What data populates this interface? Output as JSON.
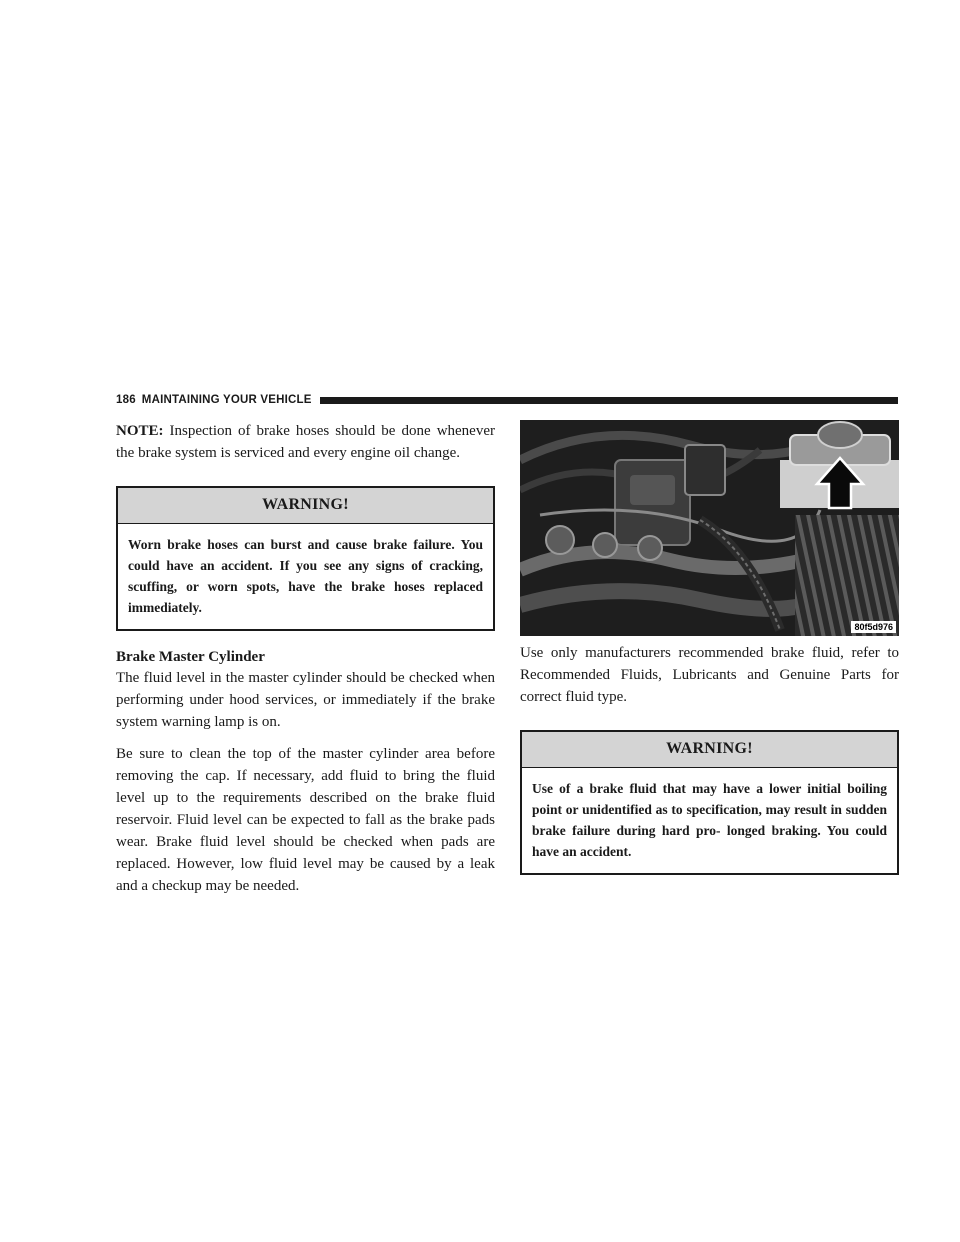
{
  "header": {
    "page_number": "186",
    "section": "MAINTAINING YOUR VEHICLE"
  },
  "left": {
    "note_label": "NOTE:",
    "note_text": "Inspection of brake hoses should be done whenever the brake system is serviced and every engine oil change.",
    "warning1": {
      "title": "WARNING!",
      "body": "Worn brake hoses can burst and cause brake failure. You could have an accident. If you see any signs of cracking, scuffing, or worn spots, have the brake hoses replaced immediately."
    },
    "heading": "Brake Master Cylinder",
    "para1": "The fluid level in the master cylinder should be checked when performing under hood services, or immediately if the brake system warning lamp is on.",
    "para2": "Be sure to clean the top of the master cylinder area before removing the cap. If necessary, add fluid to bring the fluid level up to the requirements described on the brake fluid reservoir. Fluid level can be expected to fall as the brake pads wear. Brake fluid level should be checked when pads are replaced. However, low fluid level may be caused by a leak and a checkup may be needed."
  },
  "right": {
    "photo_code": "80f5d976",
    "para1": "Use only manufacturers recommended brake fluid, refer to Recommended Fluids, Lubricants and Genuine Parts for correct fluid type.",
    "warning2": {
      "title": "WARNING!",
      "body": "Use of a brake fluid that may have a lower initial boiling point or unidentified as to specification, may result in sudden brake failure during hard pro- longed braking. You could have an accident."
    }
  }
}
